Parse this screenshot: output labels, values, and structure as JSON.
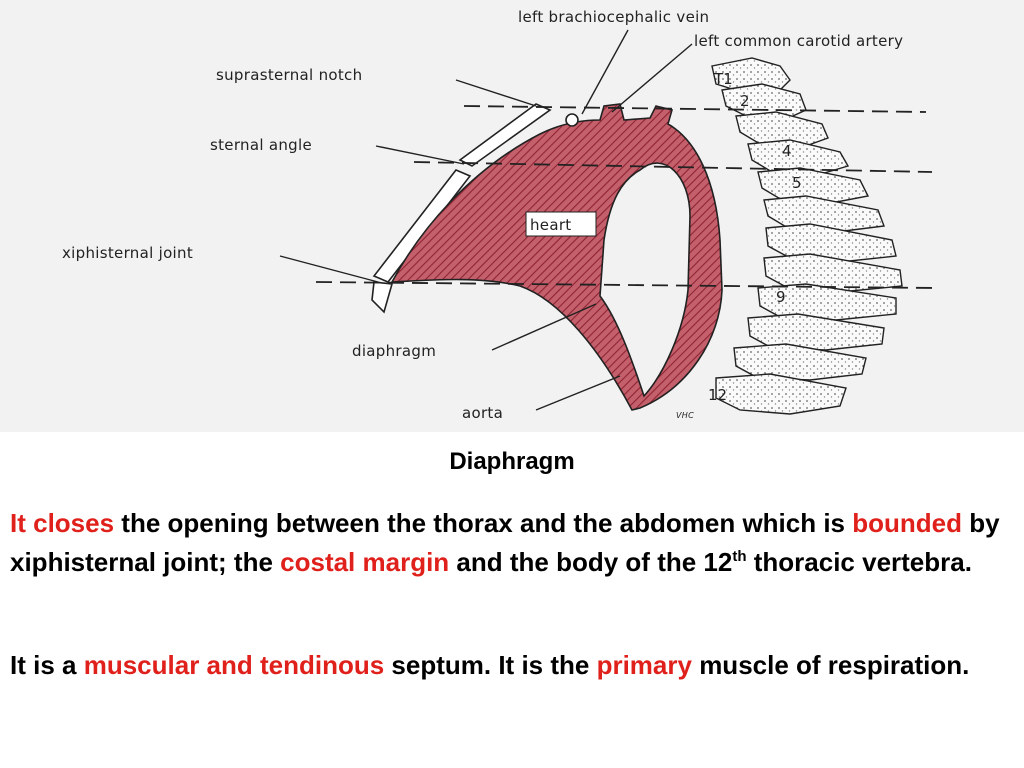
{
  "figure": {
    "labels": {
      "left_brachiocephalic_vein": "left brachiocephalic vein",
      "left_common_carotid_artery": "left common carotid artery",
      "suprasternal_notch": "suprasternal notch",
      "sternal_angle": "sternal angle",
      "heart": "heart",
      "xiphisternal_joint": "xiphisternal joint",
      "diaphragm": "diaphragm",
      "aorta": "aorta",
      "signature": "VHC"
    },
    "vertebra_numbers": {
      "t1": "T1",
      "v2": "2",
      "v4": "4",
      "v5": "5",
      "v9": "9",
      "v12": "12"
    },
    "colors": {
      "muscle": "#b03a48",
      "figure_background": "#f2f2f2",
      "highlight": "#e0201b"
    }
  },
  "caption": "Diaphragm",
  "paragraph1": {
    "a": "It closes",
    "b": " the opening between the thorax and the abdomen which is ",
    "c": "bounded",
    "d": " by xiphisternal joint; the ",
    "e": "costal margin",
    "f": " and the body of the 12",
    "g": "th",
    "h": " thoracic vertebra."
  },
  "paragraph2": {
    "a": " It is a ",
    "b": "muscular and tendinous",
    "c": " septum. It is the ",
    "d": "primary",
    "e": " muscle of respiration."
  }
}
